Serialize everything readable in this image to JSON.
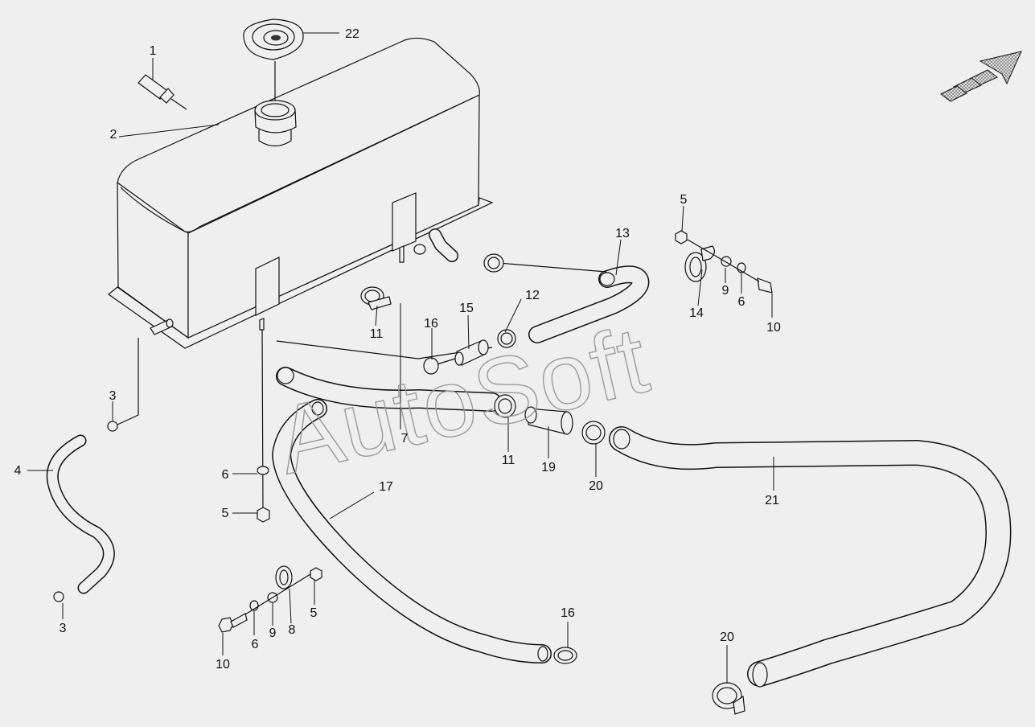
{
  "diagram": {
    "watermark": "AutoSoft",
    "callouts": [
      "1",
      "2",
      "3",
      "3",
      "4",
      "5",
      "5",
      "5",
      "6",
      "6",
      "6",
      "7",
      "8",
      "9",
      "9",
      "10",
      "10",
      "11",
      "11",
      "12",
      "13",
      "14",
      "15",
      "16",
      "16",
      "17",
      "19",
      "20",
      "20",
      "21",
      "22"
    ]
  },
  "colors": {
    "background": "#efefef",
    "line": "#111111",
    "watermark": "#9a9a9a",
    "arrow_fill": "#7a7a7a"
  },
  "icons": [
    "direction-arrow-icon"
  ]
}
